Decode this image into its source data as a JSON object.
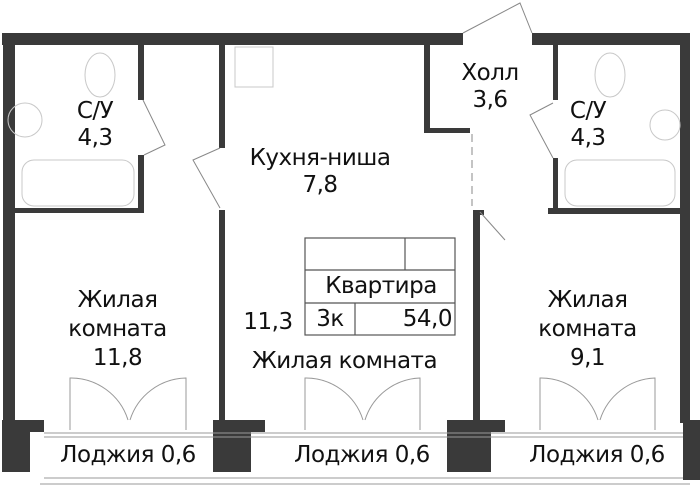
{
  "colors": {
    "wall": "#3a3a3a",
    "fixture": "#c8c8c8",
    "line": "#888888"
  },
  "rooms": {
    "bath_left": {
      "name": "С/У",
      "area": "4,3"
    },
    "kitchen": {
      "name": "Кухня-ниша",
      "area": "7,8"
    },
    "hall": {
      "name": "Холл",
      "area": "3,6"
    },
    "bath_right": {
      "name": "С/У",
      "area": "4,3"
    },
    "room_left": {
      "name1": "Жилая",
      "name2": "комната",
      "area": "11,8"
    },
    "room_center": {
      "name": "Жилая комната",
      "area": "11,3"
    },
    "room_right": {
      "name1": "Жилая",
      "name2": "комната",
      "area": "9,1"
    }
  },
  "legend": {
    "title": "Квартира",
    "rooms": "3к",
    "total_area": "54,0"
  },
  "loggias": [
    {
      "label": "Лоджия 0,6"
    },
    {
      "label": "Лоджия 0,6"
    },
    {
      "label": "Лоджия 0,6"
    }
  ]
}
